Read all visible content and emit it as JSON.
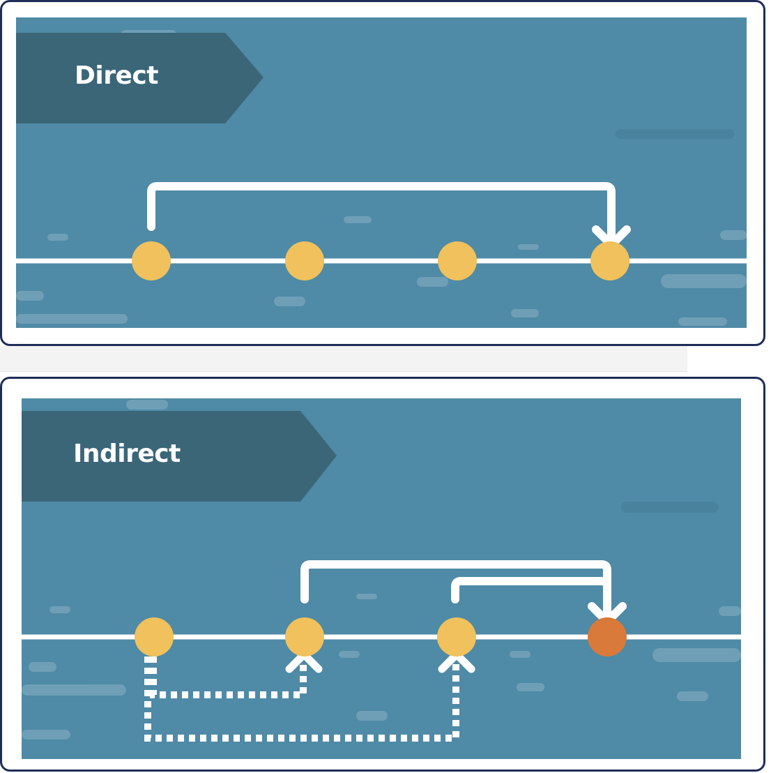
{
  "colors": {
    "panel_bg": "#4f8aa6",
    "banner_bg": "#3b6678",
    "line": "#ffffff",
    "node_yellow": "#f0c15c",
    "node_orange": "#d9793a",
    "card_border": "#1e2d57"
  },
  "direct": {
    "label": "Direct",
    "nodes": [
      "yellow",
      "yellow",
      "yellow",
      "yellow"
    ],
    "arrows": [
      {
        "from": 1,
        "to": 4,
        "style": "solid"
      }
    ]
  },
  "indirect": {
    "label": "Indirect",
    "nodes": [
      "yellow",
      "yellow",
      "yellow",
      "orange"
    ],
    "arrows": [
      {
        "from": 2,
        "to": 4,
        "style": "solid"
      },
      {
        "from": 3,
        "to": 4,
        "style": "solid"
      },
      {
        "from": 1,
        "to": 2,
        "style": "dotted"
      },
      {
        "from": 1,
        "to": 3,
        "style": "dotted"
      }
    ]
  }
}
